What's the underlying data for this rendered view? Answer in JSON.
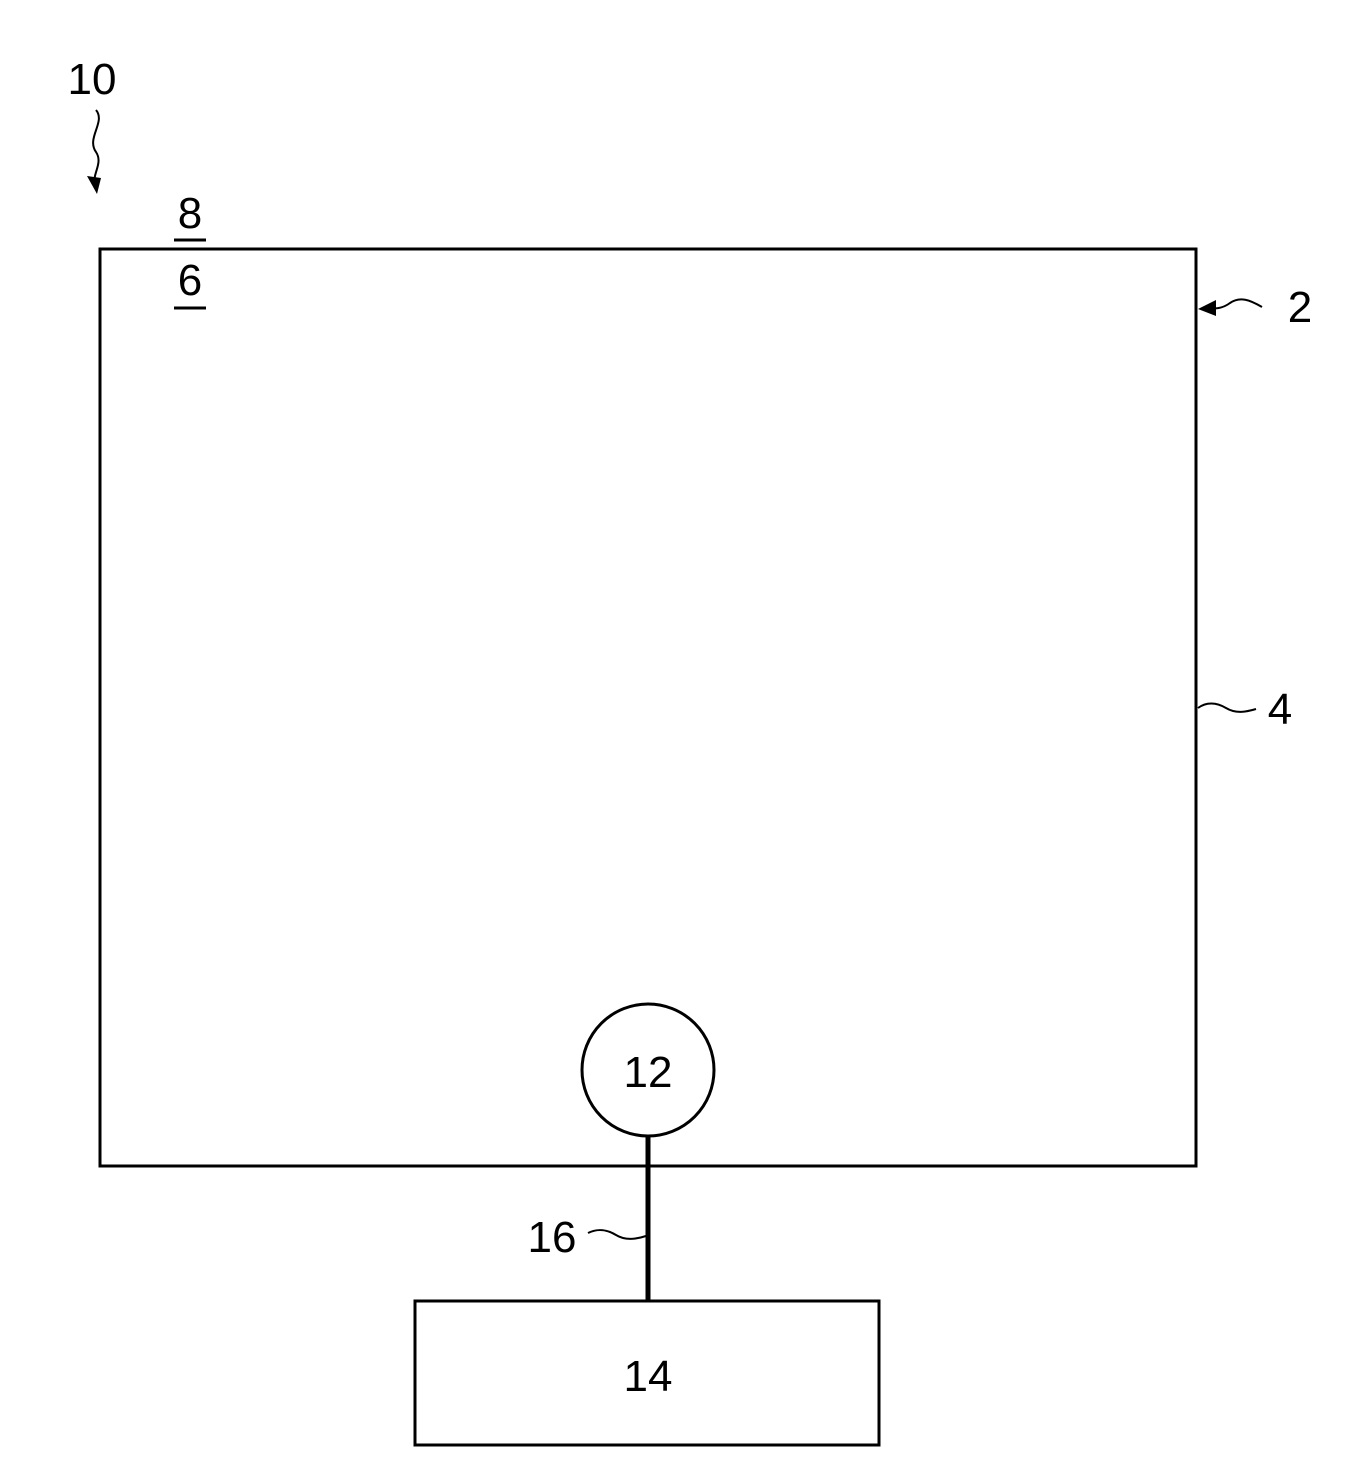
{
  "diagram": {
    "labels": {
      "system": "10",
      "housing": "2",
      "wall": "4",
      "interior": "6",
      "top_region": "8",
      "sensor": "12",
      "unit": "14",
      "connection": "16"
    },
    "stroke_color": "#000000",
    "background_color": "#ffffff"
  }
}
